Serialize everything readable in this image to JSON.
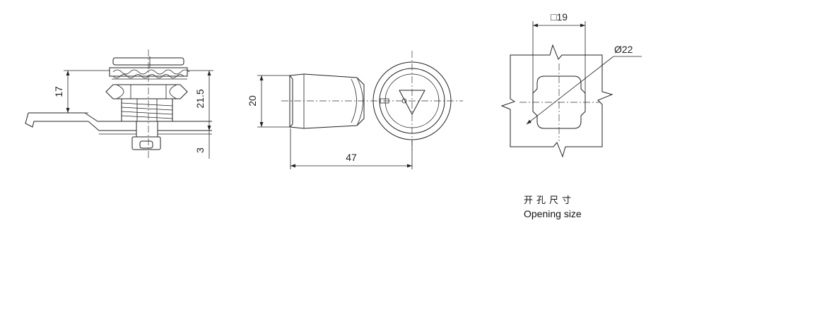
{
  "side_view": {
    "dim_height_17": "17",
    "dim_height_21_5": "21.5",
    "dim_thickness_3": "3"
  },
  "front_view": {
    "dim_diameter_20": "20",
    "dim_length_47": "47"
  },
  "cutout_view": {
    "dim_square_19": "□19",
    "dim_diameter_22": "Ø22",
    "caption_cn": "开孔尺寸",
    "caption_en": "Opening size"
  }
}
